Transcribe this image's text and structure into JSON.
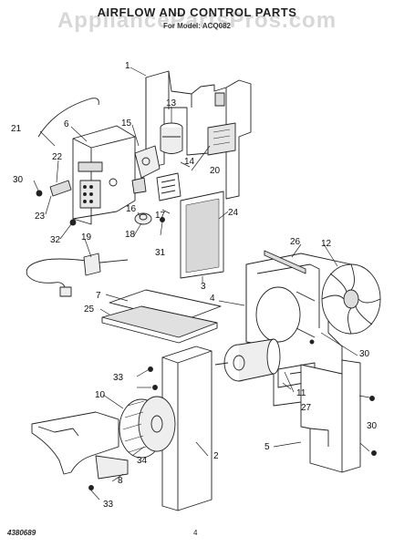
{
  "header": {
    "title": "AIRFLOW AND CONTROL PARTS",
    "watermark": "AppliancePartsPros.com",
    "subtitle": "For Model: ACQ082"
  },
  "footer": {
    "part_code": "4380689",
    "page_number": "4"
  },
  "callouts": [
    {
      "id": "1",
      "label": "1"
    },
    {
      "id": "2",
      "label": "2"
    },
    {
      "id": "3",
      "label": "3"
    },
    {
      "id": "4",
      "label": "4"
    },
    {
      "id": "5",
      "label": "5"
    },
    {
      "id": "6",
      "label": "6"
    },
    {
      "id": "7",
      "label": "7"
    },
    {
      "id": "8",
      "label": "8"
    },
    {
      "id": "10",
      "label": "10"
    },
    {
      "id": "11",
      "label": "11"
    },
    {
      "id": "12",
      "label": "12"
    },
    {
      "id": "13",
      "label": "13"
    },
    {
      "id": "14",
      "label": "14"
    },
    {
      "id": "15",
      "label": "15"
    },
    {
      "id": "16",
      "label": "16"
    },
    {
      "id": "17",
      "label": "17"
    },
    {
      "id": "18",
      "label": "18"
    },
    {
      "id": "19",
      "label": "19"
    },
    {
      "id": "20",
      "label": "20"
    },
    {
      "id": "21",
      "label": "21"
    },
    {
      "id": "22",
      "label": "22"
    },
    {
      "id": "23",
      "label": "23"
    },
    {
      "id": "24",
      "label": "24"
    },
    {
      "id": "25",
      "label": "25"
    },
    {
      "id": "26",
      "label": "26"
    },
    {
      "id": "27",
      "label": "27"
    },
    {
      "id": "30a",
      "label": "30"
    },
    {
      "id": "30b",
      "label": "30"
    },
    {
      "id": "30c",
      "label": "30"
    },
    {
      "id": "31",
      "label": "31"
    },
    {
      "id": "32",
      "label": "32"
    },
    {
      "id": "33a",
      "label": "33"
    },
    {
      "id": "33b",
      "label": "33"
    },
    {
      "id": "34",
      "label": "34"
    }
  ]
}
